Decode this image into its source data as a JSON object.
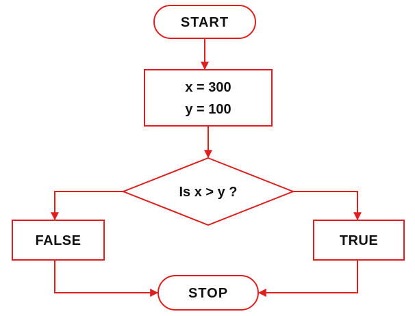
{
  "diagram": {
    "colors": {
      "stroke": "#dd1f1f",
      "text": "#111111",
      "background": "#ffffff"
    },
    "nodes": {
      "start": {
        "label": "START"
      },
      "process": {
        "line1": "x = 300",
        "line2": "y = 100"
      },
      "decision": {
        "label": "Is x > y ?"
      },
      "false_box": {
        "label": "FALSE"
      },
      "true_box": {
        "label": "TRUE"
      },
      "stop": {
        "label": "STOP"
      }
    }
  }
}
